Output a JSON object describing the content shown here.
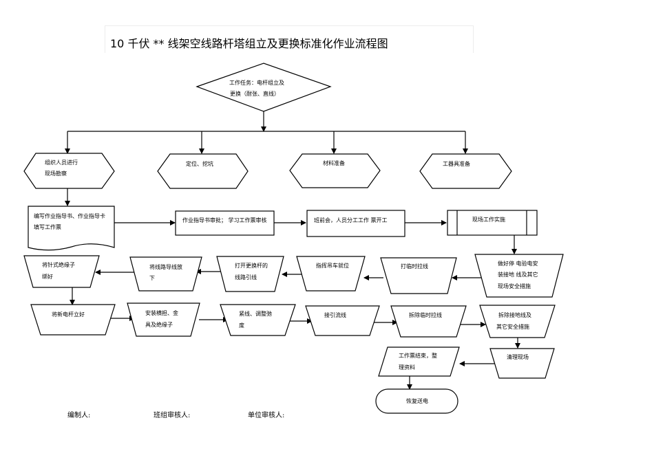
{
  "title": "10 千伏 ** 线架空线路杆塔组立及更换标准化作业流程图",
  "start": {
    "line1": "工作任务：电杆组立及",
    "line2": "更换（耐张、直线）"
  },
  "prep": [
    {
      "line1": "组织人员进行",
      "line2": "现场勘察"
    },
    {
      "line1": "定位、挖坑"
    },
    {
      "line1": "材料准备"
    },
    {
      "line1": "工器具准备"
    }
  ],
  "row1": {
    "document": {
      "line1": "编写作业指导书、作业指导卡",
      "line2": "填写工作票"
    },
    "review": {
      "line1": "作业指导书审批；  学习工作票审核"
    },
    "meeting": {
      "line1": "班前会，人员分工工作      票开工"
    },
    "implement": {
      "line1": "现场工作实施"
    }
  },
  "row2": [
    {
      "line1": "做好停   电验电安",
      "line2": "装接地   线及其它",
      "line3": "现场安全措施"
    },
    {
      "line1": "打临时拉线"
    },
    {
      "line1": "指挥吊车就位"
    },
    {
      "line1": "打开更换杆的",
      "line2": "线路引线"
    },
    {
      "line1": "将线路导线放",
      "line2": "下"
    },
    {
      "line1": "将针式绝缘子",
      "line2": "绑好"
    }
  ],
  "row3": [
    {
      "line1": "将新电杆立好"
    },
    {
      "line1": "安装横担、金",
      "line2": "具及绝缘子"
    },
    {
      "line1": "紧线、调整弛",
      "line2": "度"
    },
    {
      "line1": "接引流线"
    },
    {
      "line1": "拆除临时拉线"
    },
    {
      "line1": "拆除接地线及",
      "line2": "其它安全措施"
    }
  ],
  "cleanup": {
    "line1": "清理现场"
  },
  "finish": {
    "line1": "工作票结束，整",
    "line2": "理资料"
  },
  "end": {
    "line1": "恢复送电"
  },
  "signatures": {
    "editor": "编制人:",
    "team_reviewer": "班组审核人:",
    "unit_reviewer": "单位审核人:"
  }
}
